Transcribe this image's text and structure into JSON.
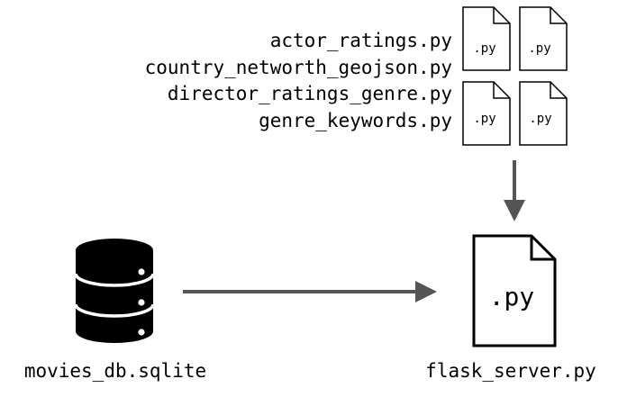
{
  "scripts": [
    {
      "name": "actor_ratings.py"
    },
    {
      "name": "country_networth_geojson.py"
    },
    {
      "name": "director_ratings_genre.py"
    },
    {
      "name": "genre_keywords.py"
    }
  ],
  "script_icon_label": ".py",
  "server": {
    "icon_label": ".py",
    "label": "flask_server.py"
  },
  "database": {
    "label": "movies_db.sqlite"
  },
  "colors": {
    "ink": "#000000",
    "arrow": "#555555"
  }
}
